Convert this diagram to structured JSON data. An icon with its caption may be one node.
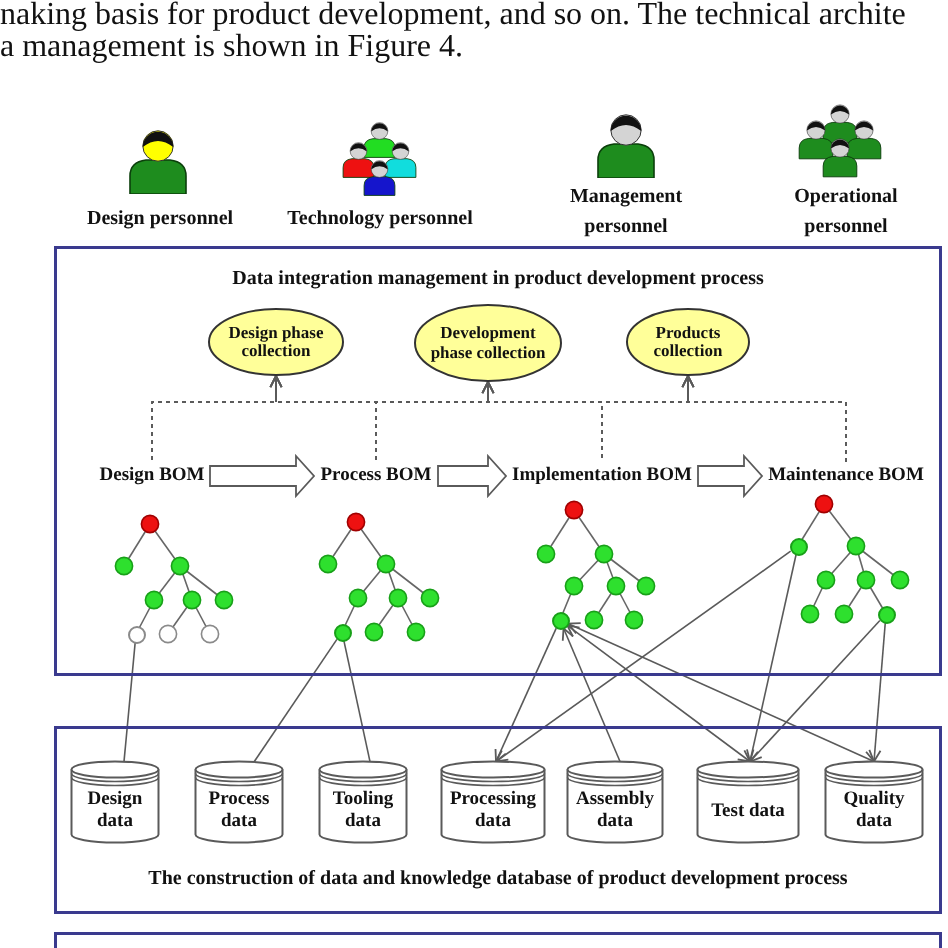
{
  "diagram": {
    "nodes": [
      {
        "text": [
          "Data integration management in product development process"
        ]
      },
      {
        "text": [
          "Design phase collection"
        ],
        "in": 0
      },
      {
        "text": [
          "Development phase collection"
        ],
        "in": 0
      },
      {
        "text": [
          "Products collection"
        ],
        "in": 0
      },
      {
        "text": [
          "Design BOM"
        ],
        "in": 0
      },
      {
        "text": [
          "Process BOM"
        ],
        "in": 0
      },
      {
        "text": [
          "Implementation BOM"
        ],
        "in": 0
      },
      {
        "text": [
          "Maintenance BOM"
        ],
        "in": 0
      },
      {
        "text": [],
        "shape": "circle",
        "in": 0
      },
      {
        "text": [],
        "shape": "circle",
        "in": 0
      },
      {
        "text": [],
        "shape": "circle",
        "in": 0
      },
      {
        "text": [],
        "shape": "circle",
        "in": 0
      },
      {
        "text": [],
        "shape": "circle",
        "in": 0
      },
      {
        "text": [
          "The construction of data and knowledge database of product development process"
        ]
      },
      {
        "text": [
          "Design data"
        ],
        "in": 13
      },
      {
        "text": [
          "Process data"
        ],
        "in": 13
      },
      {
        "text": [
          "Tooling data"
        ],
        "in": 13
      },
      {
        "text": [
          "Processing data"
        ],
        "in": 13
      },
      {
        "text": [
          "Assembly data"
        ],
        "in": 13
      },
      {
        "text": [
          "Test data"
        ],
        "in": 13
      },
      {
        "text": [
          "Quality data"
        ],
        "in": 13
      },
      {
        "text": [],
        "shape": "box"
      }
    ],
    "edges": [
      {
        "from": 4,
        "to": 1,
        "arrow": "to",
        "style": "dashed"
      },
      {
        "from": 4,
        "to": 2,
        "arrow": "to",
        "style": "dashed"
      },
      {
        "from": 4,
        "to": 3,
        "arrow": "to",
        "style": "dashed"
      },
      {
        "from": 5,
        "to": 1,
        "arrow": "to",
        "style": "dashed"
      },
      {
        "from": 5,
        "to": 2,
        "arrow": "to",
        "style": "dashed"
      },
      {
        "from": 5,
        "to": 3,
        "arrow": "to",
        "style": "dashed"
      },
      {
        "from": 6,
        "to": 1,
        "arrow": "to",
        "style": "dashed"
      },
      {
        "from": 6,
        "to": 2,
        "arrow": "to",
        "style": "dashed"
      },
      {
        "from": 6,
        "to": 3,
        "arrow": "to",
        "style": "dashed"
      },
      {
        "from": 7,
        "to": 1,
        "arrow": "to",
        "style": "dashed"
      },
      {
        "from": 7,
        "to": 2,
        "arrow": "to",
        "style": "dashed"
      },
      {
        "from": 7,
        "to": 3,
        "arrow": "to",
        "style": "dashed"
      },
      {
        "from": 4,
        "to": 5,
        "arrow": "to",
        "style": "thick"
      },
      {
        "from": 5,
        "to": 6,
        "arrow": "to",
        "style": "thick"
      },
      {
        "from": 6,
        "to": 7,
        "arrow": "to",
        "style": "thick"
      },
      {
        "from": 8,
        "to": 14,
        "arrow": "none"
      },
      {
        "from": 9,
        "to": 15,
        "arrow": "none"
      },
      {
        "from": 9,
        "to": 16,
        "arrow": "none"
      },
      {
        "from": 10,
        "to": 17,
        "arrow": "to"
      },
      {
        "from": 18,
        "to": 10,
        "arrow": "to"
      },
      {
        "from": 10,
        "to": 19,
        "arrow": "both"
      },
      {
        "from": 10,
        "to": 20,
        "arrow": "both"
      },
      {
        "from": 11,
        "to": 17,
        "arrow": "to"
      },
      {
        "from": 11,
        "to": 19,
        "arrow": "to"
      },
      {
        "from": 12,
        "to": 19,
        "arrow": "to"
      },
      {
        "from": 12,
        "to": 20,
        "arrow": "to"
      }
    ],
    "labels": [
      "naking basis for product development, and so on. The technical archite",
      "a management is shown in Figure 4.",
      "Design personnel",
      "Technology personnel",
      "Management personnel",
      "Operational personnel"
    ]
  }
}
